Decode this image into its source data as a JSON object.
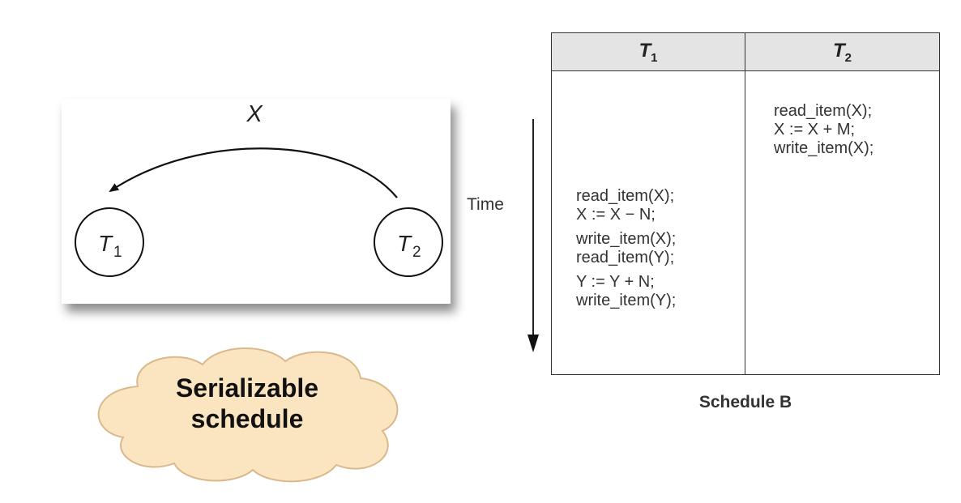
{
  "precedence_graph": {
    "edge_label": "X",
    "nodes": [
      {
        "name": "T",
        "sub": "1"
      },
      {
        "name": "T",
        "sub": "2"
      }
    ]
  },
  "cloud_label": {
    "line1": "Serializable",
    "line2": "schedule"
  },
  "time_label": "Time",
  "schedule": {
    "headers": [
      {
        "name": "T",
        "sub": "1"
      },
      {
        "name": "T",
        "sub": "2"
      }
    ],
    "caption": "Schedule B",
    "t1_ops": [
      "read_item(X);",
      "X := X − N;",
      "write_item(X);",
      "read_item(Y);",
      "Y := Y + N;",
      "write_item(Y);"
    ],
    "t2_ops": [
      "read_item(X);",
      "X := X + M;",
      "write_item(X);"
    ]
  },
  "colors": {
    "cloud_fill": "#fbe5c0",
    "cloud_stroke": "#d9b98c",
    "header_fill": "#e4e4e4"
  }
}
